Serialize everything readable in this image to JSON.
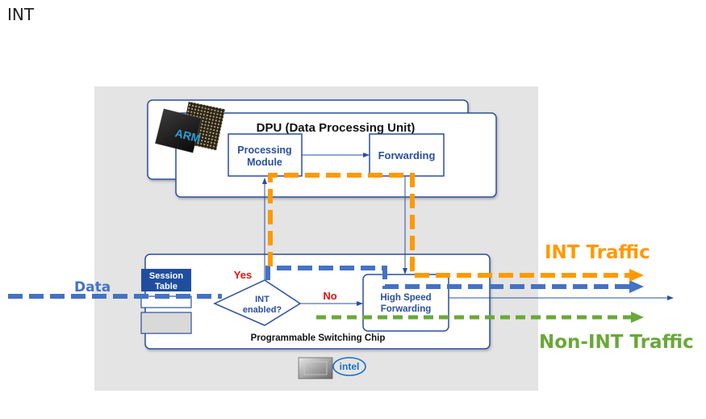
{
  "page": {
    "title": "INT"
  },
  "dpu": {
    "title": "DPU (Data Processing Unit)",
    "processing_module": "Processing Module",
    "processing_module_lines": [
      "Processing",
      "Module"
    ],
    "forwarding": "Forwarding",
    "logo": "ARM"
  },
  "chip": {
    "title": "Programmable Switching Chip",
    "session_table_lines": [
      "Session",
      "Table"
    ],
    "decision_lines": [
      "INT",
      "enabled?"
    ],
    "yes_label": "Yes",
    "no_label": "No",
    "high_speed_lines": [
      "High Speed",
      "Forwarding"
    ],
    "vendor_logo": "intel"
  },
  "flows": {
    "data_label": "Data",
    "int_traffic_label": "INT Traffic",
    "non_int_traffic_label": "Non-INT Traffic"
  },
  "colors": {
    "int_traffic": "#ff9900",
    "data": "#4472c4",
    "non_int_traffic": "#6aa83a",
    "box_border": "#2a4f9e",
    "session_table_fill": "#1f4e9e",
    "yes_no": "#e01010",
    "background_panel": "#e4e4e4"
  }
}
